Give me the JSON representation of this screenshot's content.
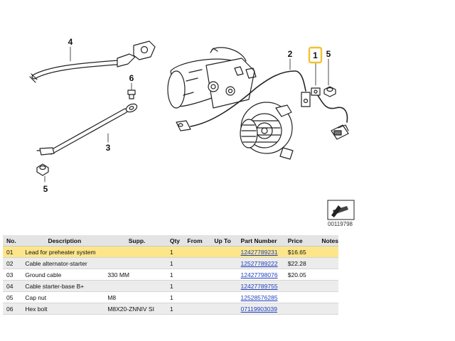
{
  "diagram": {
    "callouts": {
      "c1": "1",
      "c2": "2",
      "c3": "3",
      "c4": "4",
      "c5a": "5",
      "c5b": "5",
      "c6": "6"
    },
    "selected_callout": "1",
    "reference": "00119798",
    "highlight_color": "#f2c230"
  },
  "table": {
    "headers": {
      "no": "No.",
      "description": "Description",
      "supp": "Supp.",
      "qty": "Qty",
      "from": "From",
      "up_to": "Up To",
      "part_number": "Part Number",
      "price": "Price",
      "notes": "Notes"
    },
    "rows": [
      {
        "no": "01",
        "description": "Lead for preheater system",
        "supp": "",
        "qty": "1",
        "from": "",
        "up_to": "",
        "part_number": "12427789231",
        "price": "$16.65",
        "notes": ""
      },
      {
        "no": "02",
        "description": "Cable alternator-starter",
        "supp": "",
        "qty": "1",
        "from": "",
        "up_to": "",
        "part_number": "12527789222",
        "price": "$22.28",
        "notes": ""
      },
      {
        "no": "03",
        "description": "Ground cable",
        "supp": "330 MM",
        "qty": "1",
        "from": "",
        "up_to": "",
        "part_number": "12427798076",
        "price": "$20.05",
        "notes": ""
      },
      {
        "no": "04",
        "description": "Cable starter-base B+",
        "supp": "",
        "qty": "1",
        "from": "",
        "up_to": "",
        "part_number": "12427789755",
        "price": "",
        "notes": ""
      },
      {
        "no": "05",
        "description": "Cap nut",
        "supp": "M8",
        "qty": "1",
        "from": "",
        "up_to": "",
        "part_number": "12528576285",
        "price": "",
        "notes": ""
      },
      {
        "no": "06",
        "description": "Hex bolt",
        "supp": "M8X20-ZNNIV SI",
        "qty": "1",
        "from": "",
        "up_to": "",
        "part_number": "07119903039",
        "price": "",
        "notes": ""
      }
    ]
  }
}
